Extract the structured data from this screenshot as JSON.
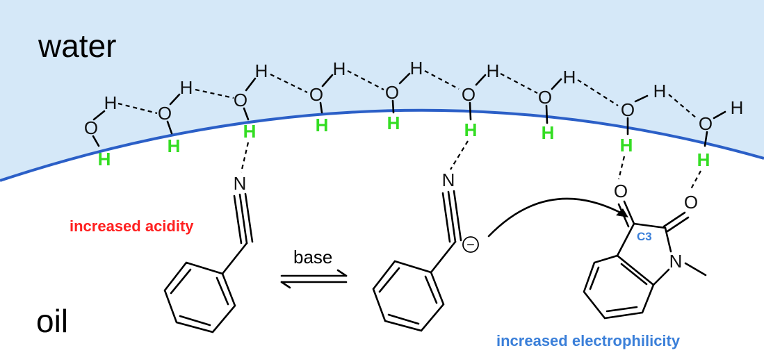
{
  "labels": {
    "water": "water",
    "oil": "oil",
    "acidity": "increased acidity",
    "electrophilicity": "increased electrophilicity",
    "base": "base",
    "c3": "C3",
    "minus": "−"
  },
  "atoms": {
    "O": "O",
    "H": "H",
    "N": "N"
  },
  "colors": {
    "water_bg": "#d5e8f8",
    "interface": "#2b5fc7",
    "h_green": "#33dd22",
    "acidity_red": "#ff2020",
    "electro_blue": "#3a7fd9"
  }
}
